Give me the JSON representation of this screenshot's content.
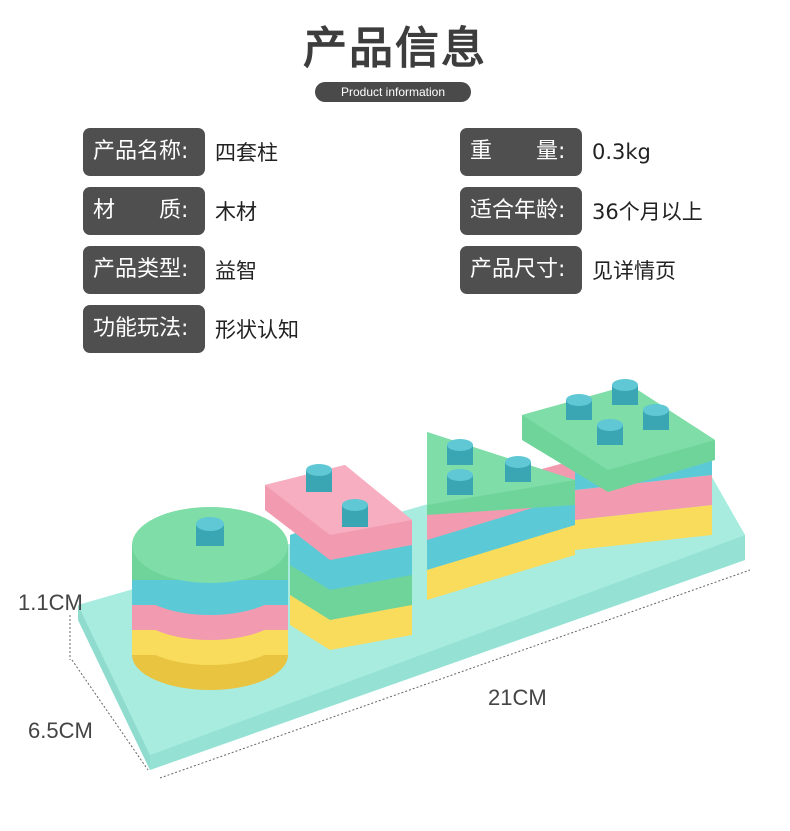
{
  "header": {
    "title": "产品信息",
    "subtitle": "Product information"
  },
  "specs": [
    {
      "label": "产品名称:",
      "value": "四套柱"
    },
    {
      "label": "材　　质:",
      "value": "木材"
    },
    {
      "label": "产品类型:",
      "value": "益智"
    },
    {
      "label": "功能玩法:",
      "value": "形状认知"
    },
    {
      "label": "重　　量:",
      "value": "0.3kg"
    },
    {
      "label": "适合年龄:",
      "value": "36个月以上"
    },
    {
      "label": "产品尺寸:",
      "value": "见详情页"
    }
  ],
  "dimensions": {
    "height": "1.1CM",
    "length": "21CM",
    "width": "6.5CM"
  },
  "colors": {
    "label_bg": "#4f4f4f",
    "base": "#a8ece0",
    "green": "#6fd49a",
    "blue": "#5ccad6",
    "pink": "#f29bb0",
    "yellow": "#f9dc5c",
    "peg": "#3aa6b4"
  }
}
